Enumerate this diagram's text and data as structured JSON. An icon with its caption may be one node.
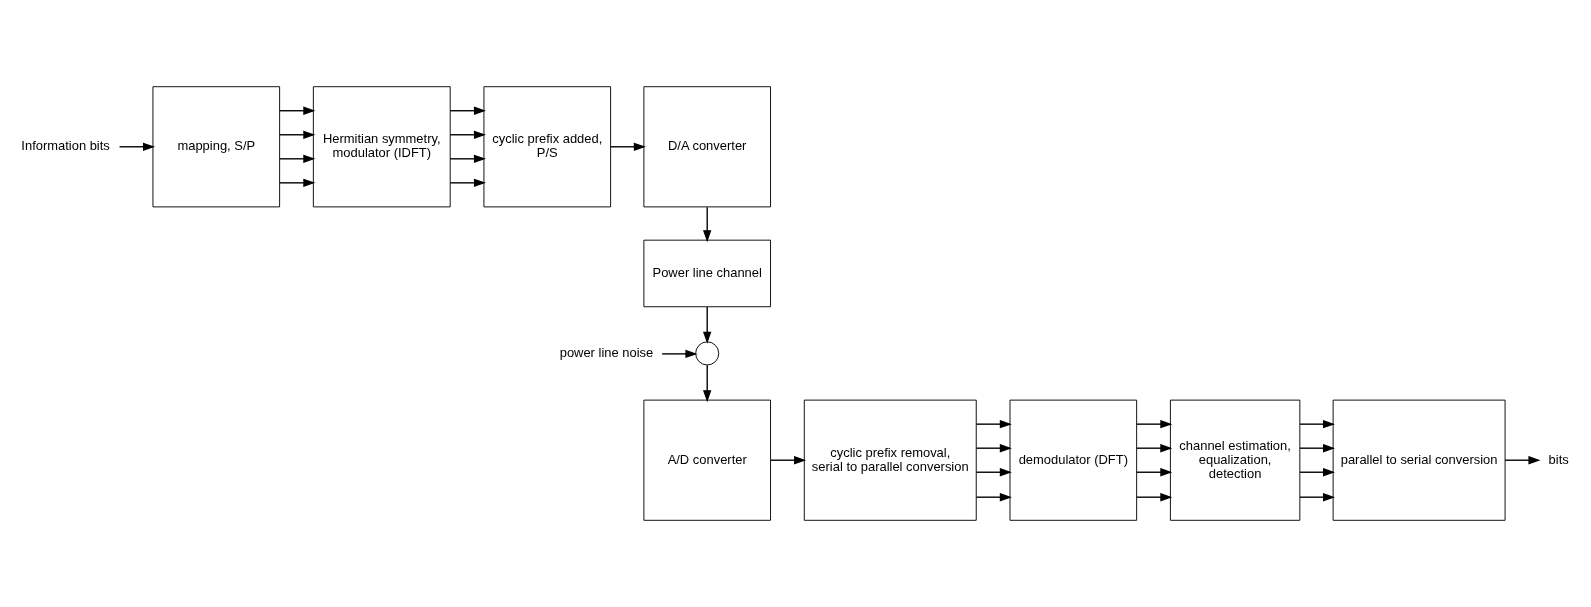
{
  "diagram": {
    "nodes": [
      {
        "text": [
          "Information bits"
        ]
      },
      {
        "text": [
          "mapping, S/P"
        ]
      },
      {
        "text": [
          "Hermitian symmetry, modulator (IDFT)"
        ]
      },
      {
        "text": [
          "cyclic prefix added, P/S"
        ]
      },
      {
        "text": [
          "D/A converter"
        ]
      },
      {
        "text": [
          "Power line channel"
        ]
      },
      {
        "text": [],
        "shape": "circle"
      },
      {
        "text": [
          "power line noise"
        ]
      },
      {
        "text": [
          "A/D converter"
        ]
      },
      {
        "text": [
          "cyclic prefix removal, serial to parallel conversion"
        ]
      },
      {
        "text": [
          "demodulator (DFT)"
        ]
      },
      {
        "text": [
          "channel estimation, equalization, detection"
        ]
      },
      {
        "text": [
          "parallel to serial conversion"
        ]
      },
      {
        "text": [
          "bits"
        ]
      }
    ],
    "edges": [
      {
        "from": 0,
        "to": 1,
        "arrow": "to"
      },
      {
        "from": 1,
        "to": 2,
        "arrow": "to"
      },
      {
        "from": 1,
        "to": 2,
        "arrow": "to"
      },
      {
        "from": 1,
        "to": 2,
        "arrow": "to"
      },
      {
        "from": 1,
        "to": 2,
        "arrow": "to"
      },
      {
        "from": 2,
        "to": 3,
        "arrow": "to"
      },
      {
        "from": 2,
        "to": 3,
        "arrow": "to"
      },
      {
        "from": 2,
        "to": 3,
        "arrow": "to"
      },
      {
        "from": 2,
        "to": 3,
        "arrow": "to"
      },
      {
        "from": 3,
        "to": 4,
        "arrow": "to"
      },
      {
        "from": 4,
        "to": 5,
        "arrow": "to"
      },
      {
        "from": 5,
        "to": 6,
        "arrow": "to"
      },
      {
        "from": 7,
        "to": 6,
        "arrow": "to"
      },
      {
        "from": 6,
        "to": 8,
        "arrow": "to"
      },
      {
        "from": 8,
        "to": 9,
        "arrow": "to"
      },
      {
        "from": 9,
        "to": 10,
        "arrow": "to"
      },
      {
        "from": 9,
        "to": 10,
        "arrow": "to"
      },
      {
        "from": 9,
        "to": 10,
        "arrow": "to"
      },
      {
        "from": 9,
        "to": 10,
        "arrow": "to"
      },
      {
        "from": 10,
        "to": 11,
        "arrow": "to"
      },
      {
        "from": 10,
        "to": 11,
        "arrow": "to"
      },
      {
        "from": 10,
        "to": 11,
        "arrow": "to"
      },
      {
        "from": 10,
        "to": 11,
        "arrow": "to"
      },
      {
        "from": 11,
        "to": 12,
        "arrow": "to"
      },
      {
        "from": 11,
        "to": 12,
        "arrow": "to"
      },
      {
        "from": 11,
        "to": 12,
        "arrow": "to"
      },
      {
        "from": 11,
        "to": 12,
        "arrow": "to"
      },
      {
        "from": 12,
        "to": 13,
        "arrow": "to"
      }
    ]
  }
}
